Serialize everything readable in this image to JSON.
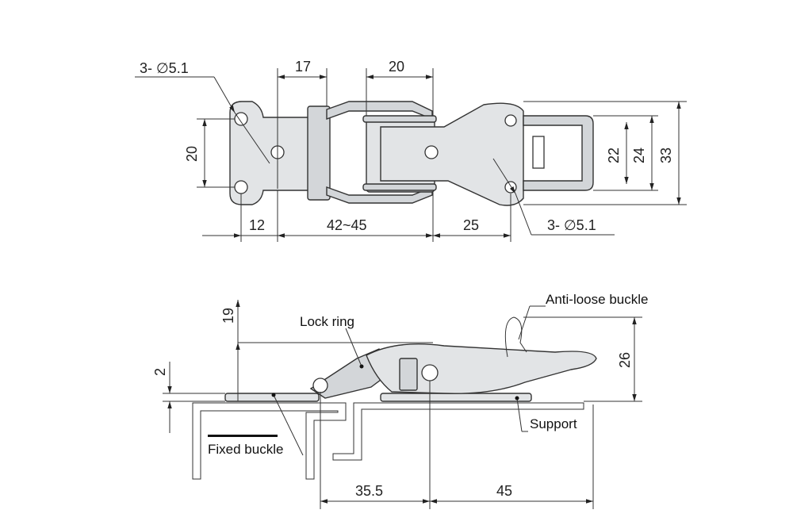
{
  "top_view": {
    "dims": {
      "hole_spec_left": "3- ∅5.1",
      "hole_spec_right": "3- ∅5.1",
      "width_17": "17",
      "width_20": "20",
      "height_20": "20",
      "height_22": "22",
      "height_24": "24",
      "height_33": "33",
      "len_12": "12",
      "len_42_45": "42~45",
      "len_25": "25"
    }
  },
  "side_view": {
    "dims": {
      "h_19": "19",
      "h_2": "2",
      "h_26": "26",
      "len_35_5": "35.5",
      "len_45": "45"
    },
    "labels": {
      "lock_ring": "Lock ring",
      "anti_loose_buckle": "Anti-loose buckle",
      "support": "Support",
      "fixed_buckle": "Fixed buckle"
    }
  },
  "colors": {
    "part_fill": "#e2e4e6",
    "line": "#333333",
    "background": "#ffffff"
  }
}
